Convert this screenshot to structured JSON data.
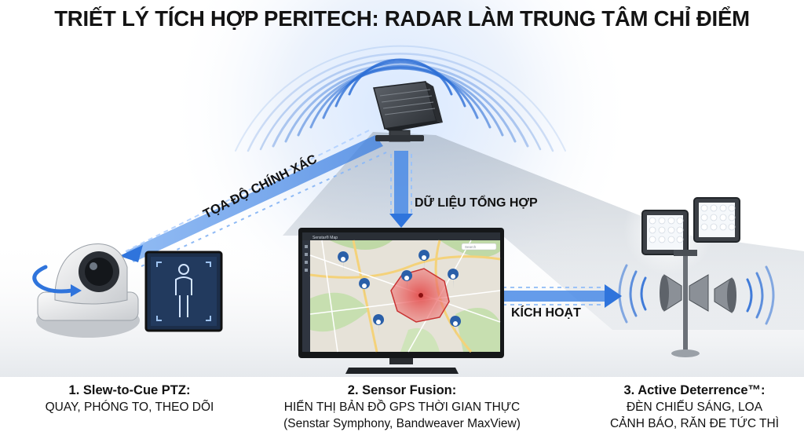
{
  "title": "TRIẾT LÝ TÍCH HỢP PERITECH: RADAR LÀM TRUNG TÂM CHỈ ĐIỂM",
  "flows": {
    "coordinates": "TỌA ĐỘ CHÍNH XÁC",
    "aggregated_data": "DỮ LIỆU TỔNG HỢP",
    "activate": "KÍCH HOẠT"
  },
  "screen": {
    "app_title": "Senstar® Map",
    "search_placeholder": "Search"
  },
  "captions": {
    "ptz": {
      "title": "1. Slew-to-Cue PTZ:",
      "line1": "QUAY, PHÓNG TO, THEO DÕI"
    },
    "fusion": {
      "title": "2. Sensor Fusion:",
      "line1": "HIỂN THỊ BẢN ĐỒ GPS THỜI GIAN THỰC",
      "line2": "(Senstar Symphony, Bandweaver MaxView)"
    },
    "deterrence": {
      "title": "3. Active Deterrence™:",
      "line1": "ĐÈN CHIẾU SÁNG, LOA",
      "line2": "CẢNH BÁO, RĂN ĐE TỨC THÌ"
    }
  },
  "colors": {
    "radar_wave": "#2e6fd6",
    "beam": "#3d84e6",
    "zone_fill": "#e25a5a",
    "map_green": "#bfd9a6"
  }
}
